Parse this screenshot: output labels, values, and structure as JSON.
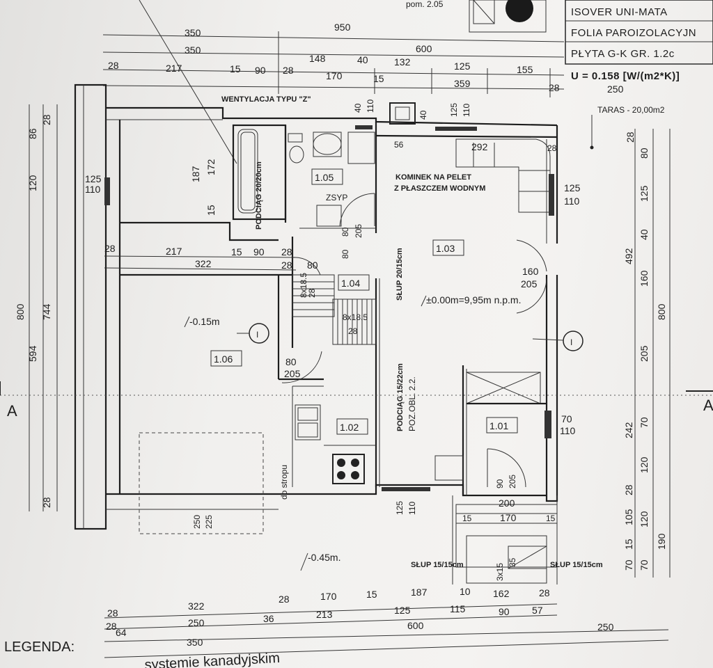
{
  "legend_table": {
    "rows": [
      "ISOVER UNI-MATA",
      "FOLIA PAROIZOLACYJN",
      "PŁYTA G-K GR. 1.2c"
    ],
    "u_value": "U = 0.158 [W/(m2*K)]",
    "top_room_ref": "pom. 2.05"
  },
  "rooms": {
    "r101": "1.01",
    "r102": "1.02",
    "r103": "1.03",
    "r104": "1.04",
    "r105": "1.05",
    "r106": "1.06"
  },
  "labels": {
    "ventilation": "WENTYLACJA TYPU \"Z\"",
    "fireplace_1": "KOMINEK NA PELET",
    "fireplace_2": "Z PŁASZCZEM WODNYM",
    "terrace": "TARAS - 20,00m2",
    "level_main": "±0.00m=9,95m n.p.m.",
    "level_garage": "-0.15m",
    "level_outside": "-0.45m.",
    "zsyp": "ZSYP",
    "slup_20_15": "SŁUP 20/15cm",
    "slup_15_15_left": "SŁUP 15/15cm",
    "slup_15_15_right": "SŁUP 15/15cm",
    "podciag_20": "PODCIĄG 20/20cm",
    "podciag_15": "PODCIĄG 15/22cm",
    "poz_obl": "POZ.OBL. 2.2.",
    "stairs_a": "8x18.5",
    "stairs_a2": "28",
    "stairs_b": "8x18.5",
    "stairs_b2": "28",
    "do_stropu": "do stropu",
    "section_left": "A",
    "section_right": "A",
    "marker": "I",
    "legenda": "LEGENDA:",
    "footer": "systemie kanadyjskim"
  },
  "top_dims": {
    "row1": [
      "350",
      "950"
    ],
    "row2": [
      "350",
      "600"
    ],
    "row3": [
      "28",
      "217",
      "15",
      "90",
      "28",
      "148",
      "40",
      "132",
      "125",
      "155"
    ],
    "row4": [
      "170",
      "15",
      "359",
      "28",
      "250"
    ]
  },
  "bottom_dims": {
    "row1": [
      "28",
      "322",
      "28",
      "170",
      "15",
      "187",
      "10",
      "162",
      "28"
    ],
    "row2": [
      "28",
      "250",
      "36",
      "213",
      "125",
      "115",
      "90",
      "57"
    ],
    "row3": [
      "64",
      "350",
      "600",
      "250"
    ]
  },
  "left_dims": [
    "28",
    "86",
    "120",
    "800",
    "744",
    "594",
    "28",
    "187",
    "172",
    "15",
    "125",
    "110"
  ],
  "right_dims": [
    "28",
    "80",
    "125",
    "40",
    "492",
    "160",
    "800",
    "205",
    "242",
    "70",
    "120",
    "28",
    "105",
    "120",
    "190",
    "15",
    "70",
    "70"
  ],
  "inner_dims": [
    "28",
    "217",
    "15",
    "90",
    "28",
    "322",
    "28",
    "80",
    "40",
    "110",
    "40",
    "125",
    "110",
    "56",
    "292",
    "28",
    "125",
    "110",
    "80",
    "205",
    "80",
    "160",
    "205",
    "80",
    "205",
    "70",
    "110",
    "90",
    "205",
    "200",
    "170",
    "15",
    "15",
    "125",
    "110",
    "3x15",
    "35",
    "250",
    "225"
  ]
}
